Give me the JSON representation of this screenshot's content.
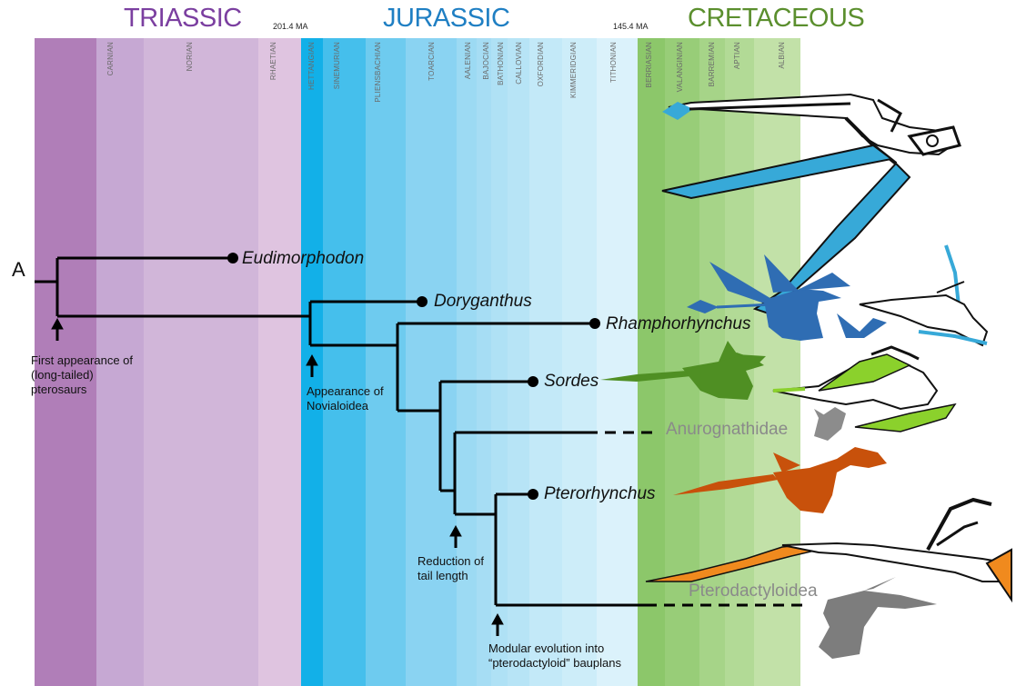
{
  "periods": [
    {
      "name": "TRIASSIC",
      "color": "#7b3fa0"
    },
    {
      "name": "JURASSIC",
      "color": "#1f7fc3"
    },
    {
      "name": "CRETACEOUS",
      "color": "#5b8f2e"
    }
  ],
  "boundary_labels": [
    "201.4 MA",
    "145.4 MA"
  ],
  "stages": [
    {
      "name": "CARNIAN",
      "color": "#c6a8d3"
    },
    {
      "name": "NORIAN",
      "color": "#d1b6d9"
    },
    {
      "name": "RHAETIAN",
      "color": "#dfc4e0"
    },
    {
      "name": "HETTANGIAN",
      "color": "#12b0e8"
    },
    {
      "name": "SINEMURIAN",
      "color": "#45bfec"
    },
    {
      "name": "PLIENSBACHIAN",
      "color": "#6ecbef"
    },
    {
      "name": "TOARCIAN",
      "color": "#8ad3f2"
    },
    {
      "name": "AALENIAN",
      "color": "#9cdaf3"
    },
    {
      "name": "BAJOCIAN",
      "color": "#a6ddf4"
    },
    {
      "name": "BATHONIAN",
      "color": "#afe1f5"
    },
    {
      "name": "CALLOVIAN",
      "color": "#b7e4f6"
    },
    {
      "name": "OXFORDIAN",
      "color": "#c3e9f8"
    },
    {
      "name": "KIMMERIDGIAN",
      "color": "#cdedf9"
    },
    {
      "name": "TITHONIAN",
      "color": "#dbf2fb"
    },
    {
      "name": "BERRIASIAN",
      "color": "#8cc76a"
    },
    {
      "name": "VALANGINIAN",
      "color": "#98cd78"
    },
    {
      "name": "BARREMIAN",
      "color": "#a6d488"
    },
    {
      "name": "APTIAN",
      "color": "#b2da96"
    },
    {
      "name": "ALBIAN",
      "color": "#c2e1a8"
    }
  ],
  "root_label": "A",
  "taxa": [
    "Eudimorphodon",
    "Doryganthus",
    "Rhamphorhynchus",
    "Sordes",
    "Pterorhynchus"
  ],
  "clades": [
    "Anurognathidae",
    "Pterodactyloidea"
  ],
  "annotations": [
    "First appearance of\n(long-tailed)\npterosaurs",
    "Appearance of\nNovialoidea",
    "Reduction of\ntail length",
    "Modular evolution into\n“pterodactyloid” bauplans"
  ],
  "silhouette_colors": {
    "rhamphorhynchus": "#2f6db3",
    "skeleton_wing": "#37a9d8",
    "sordes": "#4f8f23",
    "sordes_wing": "#8bd12c",
    "anurognathid": "#8c8c8c",
    "pterorhynchus": "#c8510b",
    "pterodactyloid": "#7d7d7d",
    "accent_orange": "#f08a1e"
  },
  "icons": [
    "tree-branch",
    "arrow-up-icon",
    "pterosaur-silhouette",
    "pterosaur-skeleton"
  ]
}
